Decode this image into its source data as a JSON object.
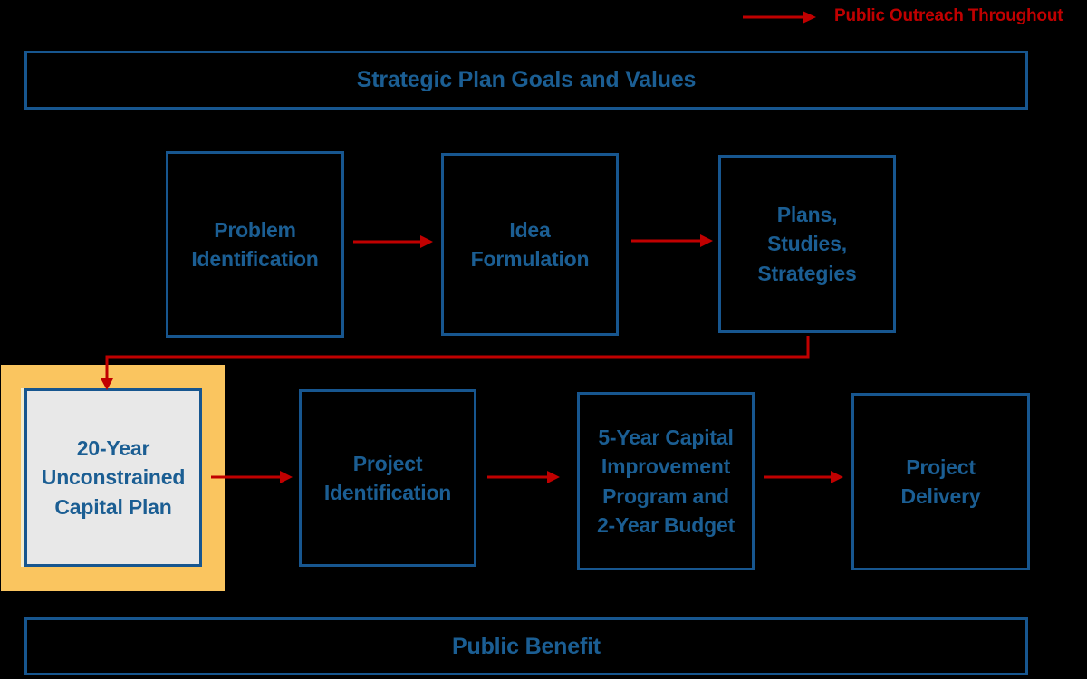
{
  "colors": {
    "background": "#000000",
    "box_border": "#17568F",
    "box_text": "#1B5E93",
    "arrow": "#C00000",
    "legend_text": "#C00000",
    "highlight_fill": "#FAC55F",
    "highlighted_box_fill": "#E8E8E8"
  },
  "legend": {
    "label": "Public Outreach Throughout"
  },
  "banners": {
    "top": {
      "label": "Strategic Plan Goals and Values"
    },
    "bottom": {
      "label": "Public Benefit"
    }
  },
  "stages": {
    "top_row": [
      {
        "label": "Problem\nIdentification"
      },
      {
        "label": "Idea\nFormulation"
      },
      {
        "label": "Plans,\nStudies,\nStrategies"
      }
    ],
    "bottom_row": [
      {
        "label": "20-Year\nUnconstrained\nCapital Plan",
        "highlighted": true
      },
      {
        "label": "Project\nIdentification"
      },
      {
        "label": "5-Year Capital\nImprovement\nProgram and\n2-Year Budget"
      },
      {
        "label": "Project\nDelivery"
      }
    ]
  }
}
